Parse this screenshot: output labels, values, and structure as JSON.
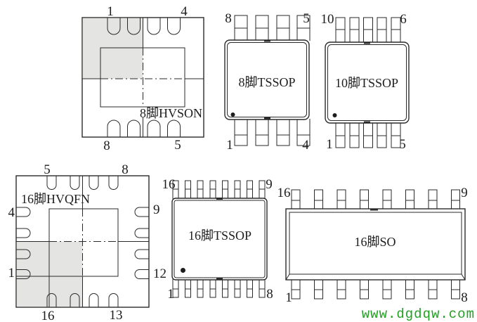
{
  "title": "IC package pin diagrams",
  "colors": {
    "line": "#2a2a2a",
    "shade": "#e4e4e2",
    "watermark_green": "#21a121",
    "background": "#ffffff"
  },
  "watermark": {
    "text": "www.dgdqw.com"
  },
  "packages": {
    "hvson8": {
      "label": "8脚HVSON",
      "pins": {
        "top_left": "1",
        "top_right": "4",
        "bottom_left": "8",
        "bottom_right": "5"
      }
    },
    "tssop8": {
      "label": "8脚TSSOP",
      "pins": {
        "top_left": "8",
        "top_right": "5",
        "bottom_left": "1",
        "bottom_right": "4"
      }
    },
    "tssop10": {
      "label": "10脚TSSOP",
      "pins": {
        "top_left": "10",
        "top_right": "6",
        "bottom_left": "1",
        "bottom_right": "5"
      }
    },
    "hvqfn16": {
      "label": "16脚HVQFN",
      "pins": {
        "top_left": "5",
        "top_right": "8",
        "left_top": "4",
        "left_bottom": "1",
        "right_top": "9",
        "right_bottom": "12",
        "bottom_left": "16",
        "bottom_right": "13"
      }
    },
    "tssop16": {
      "label": "16脚TSSOP",
      "pins": {
        "top_left": "16",
        "top_right": "9",
        "bottom_left": "1",
        "bottom_right": "8"
      }
    },
    "so16": {
      "label": "16脚SO",
      "pins": {
        "top_left": "16",
        "top_right": "9",
        "bottom_left": "1",
        "bottom_right": "8"
      }
    }
  }
}
